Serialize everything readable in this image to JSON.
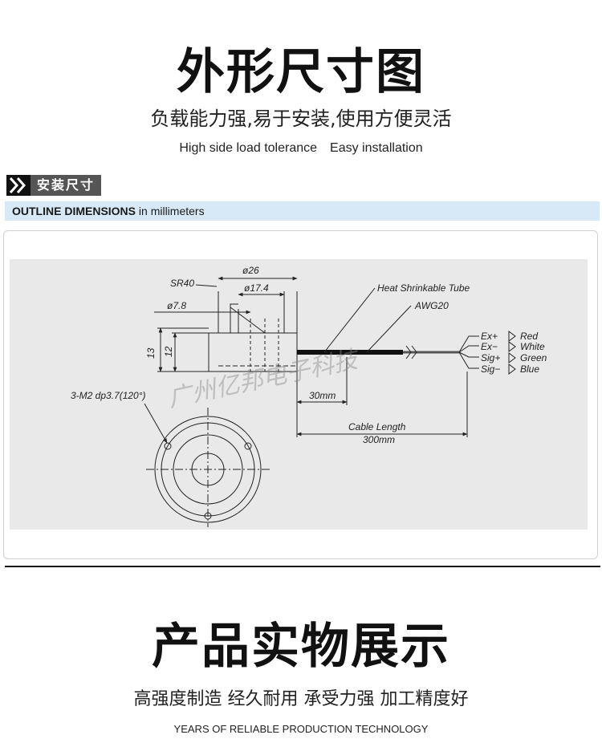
{
  "header": {
    "title": "外形尺寸图",
    "subtitle_cn": "负载能力强,易于安装,使用方便灵活",
    "subtitle_en_1": "High side load tolerance",
    "subtitle_en_2": "Easy installation"
  },
  "section": {
    "tag_label": "安装尺寸",
    "outline_title": "OUTLINE DIMENSIONS",
    "outline_unit": "in millimeters"
  },
  "drawing": {
    "labels": {
      "sr": "SR40",
      "d26": "ø26",
      "d174": "ø17.4",
      "d78": "ø7.8",
      "h13": "13",
      "h12": "12",
      "holes": "3-M2 dp3.7(120°)",
      "heat_tube": "Heat Shrinkable Tube",
      "awg": "AWG20",
      "len30": "30mm",
      "cable_length": "Cable Length",
      "cable_300": "300mm"
    },
    "wires": [
      {
        "signal": "Ex+",
        "color_name": "Red"
      },
      {
        "signal": "Ex−",
        "color_name": "White"
      },
      {
        "signal": "Sig+",
        "color_name": "Green"
      },
      {
        "signal": "Sig−",
        "color_name": "Blue"
      }
    ],
    "watermark": "广州亿邦电子科技"
  },
  "footer": {
    "title": "产品实物展示",
    "subtitle_cn": "高强度制造 经久耐用 承受力强 加工精度好",
    "subtitle_en": "YEARS OF RELIABLE PRODUCTION TECHNOLOGY"
  },
  "colors": {
    "outline_bar": "#d7e9f6",
    "drawing_bg": "#e9e9e9",
    "tag_bg": "#555555"
  }
}
